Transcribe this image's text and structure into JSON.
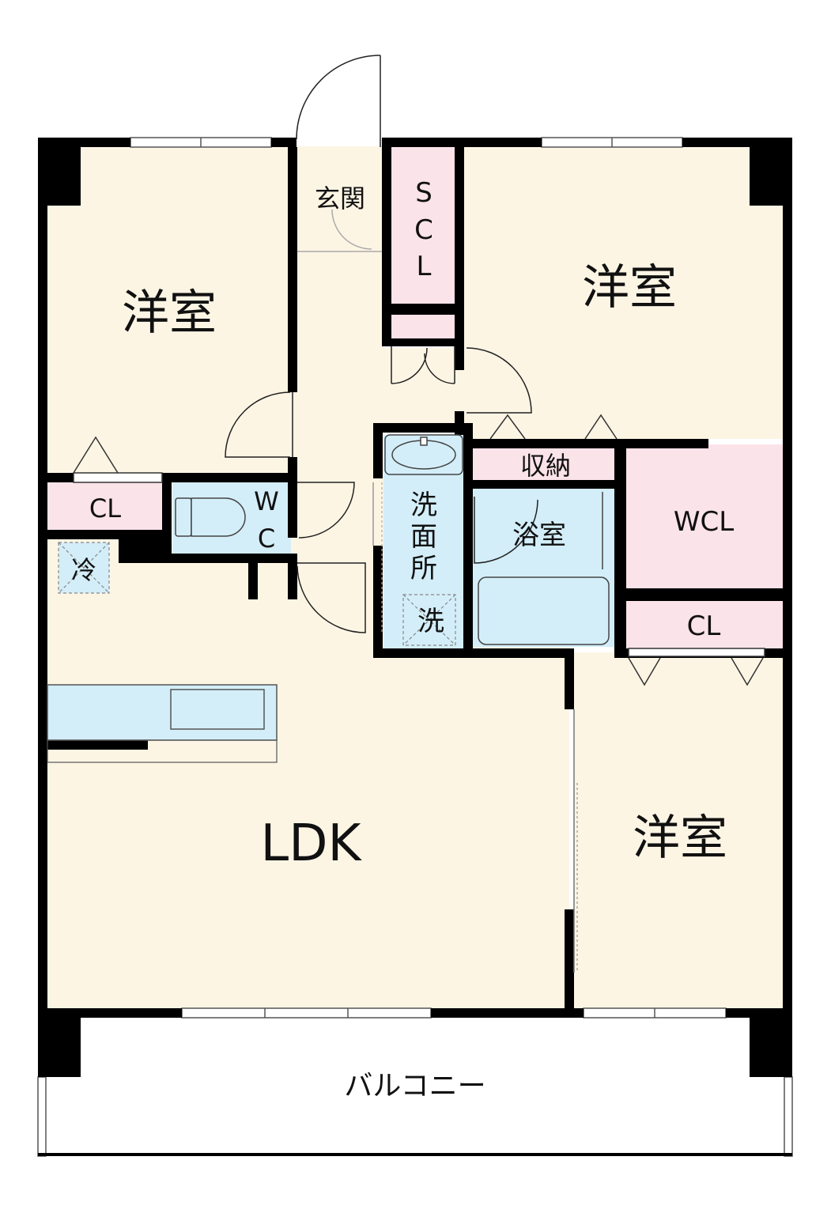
{
  "floorplan": {
    "rooms": {
      "western_room_nw": "洋室",
      "western_room_ne": "洋室",
      "western_room_se": "洋室",
      "ldk": "LDK",
      "entrance": "玄関",
      "shoe_closet_s": "S",
      "shoe_closet_c": "C",
      "shoe_closet_l": "L",
      "closet_west": "CL",
      "closet_east": "CL",
      "walk_in_closet": "WCL",
      "toilet_w": "W",
      "toilet_c": "C",
      "fridge": "冷",
      "washroom_1": "洗",
      "washroom_2": "面",
      "washroom_3": "所",
      "washer": "洗",
      "storage": "収納",
      "bathroom": "浴室",
      "balcony": "バルコニー"
    },
    "colors": {
      "room_fill": "#fdf5e4",
      "closet_fill": "#fbe3ea",
      "water_fill": "#d3eef9",
      "wall": "#000000",
      "balcony_fill": "#ffffff"
    }
  }
}
